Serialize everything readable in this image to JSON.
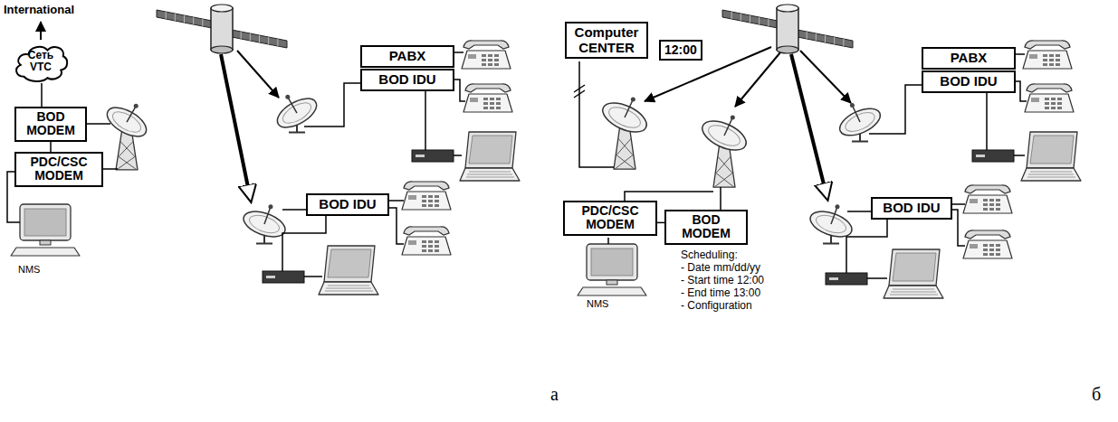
{
  "diagram": {
    "nodes": [
      {
        "text": [
          "Сеть VTC"
        ]
      },
      {
        "text": [
          "BOD MODEM"
        ]
      },
      {
        "text": [
          "PDC/CSC MODEM"
        ]
      },
      {
        "text": [
          "PABX"
        ]
      },
      {
        "text": [
          "BOD IDU"
        ]
      },
      {
        "text": [
          "BOD IDU"
        ]
      },
      {
        "text": [
          "Computer CENTER"
        ]
      },
      {
        "text": [
          "12:00"
        ]
      },
      {
        "text": [
          "PDC/CSC MODEM"
        ]
      },
      {
        "text": [
          "BOD MODEM"
        ]
      },
      {
        "text": [
          "PABX"
        ]
      },
      {
        "text": [
          "BOD IDU"
        ]
      },
      {
        "text": [
          "BOD IDU"
        ]
      }
    ],
    "edges": [
      {
        "from": 0,
        "to": 1,
        "arrow": "none"
      },
      {
        "from": 1,
        "to": 2,
        "arrow": "none"
      },
      {
        "from": 8,
        "to": 9,
        "arrow": "none"
      }
    ],
    "labels": [
      "International",
      "NMS",
      "Scheduling:",
      "- Date mm/dd/yy",
      "- Start time 12:00",
      "- End time 13:00",
      "- Configuration",
      "NMS",
      "а",
      "б"
    ]
  }
}
